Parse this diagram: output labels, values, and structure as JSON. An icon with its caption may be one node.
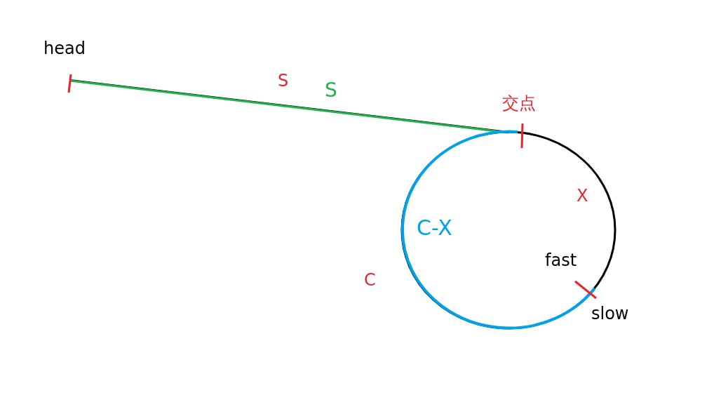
{
  "diagram": {
    "labels": [
      "head",
      "S",
      "S",
      "交点",
      "X",
      "C-X",
      "fast",
      "C",
      "slow"
    ]
  }
}
